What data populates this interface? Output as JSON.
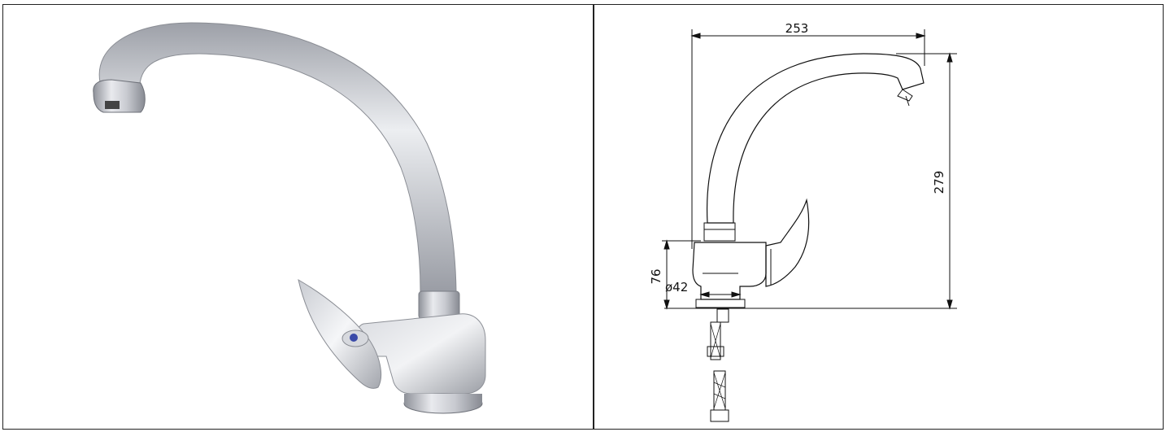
{
  "product_photo": {
    "icon": "kitchen-faucet-photo"
  },
  "technical_drawing": {
    "dimensions": {
      "width": "253",
      "height": "279",
      "base_height": "76",
      "base_diameter": "ø42"
    }
  },
  "colors": {
    "chrome_light": "#e8e9ec",
    "chrome_mid": "#b9bcc3",
    "chrome_dark": "#7d8088",
    "line": "#111111",
    "handle_dot": "#3a4aa8"
  }
}
